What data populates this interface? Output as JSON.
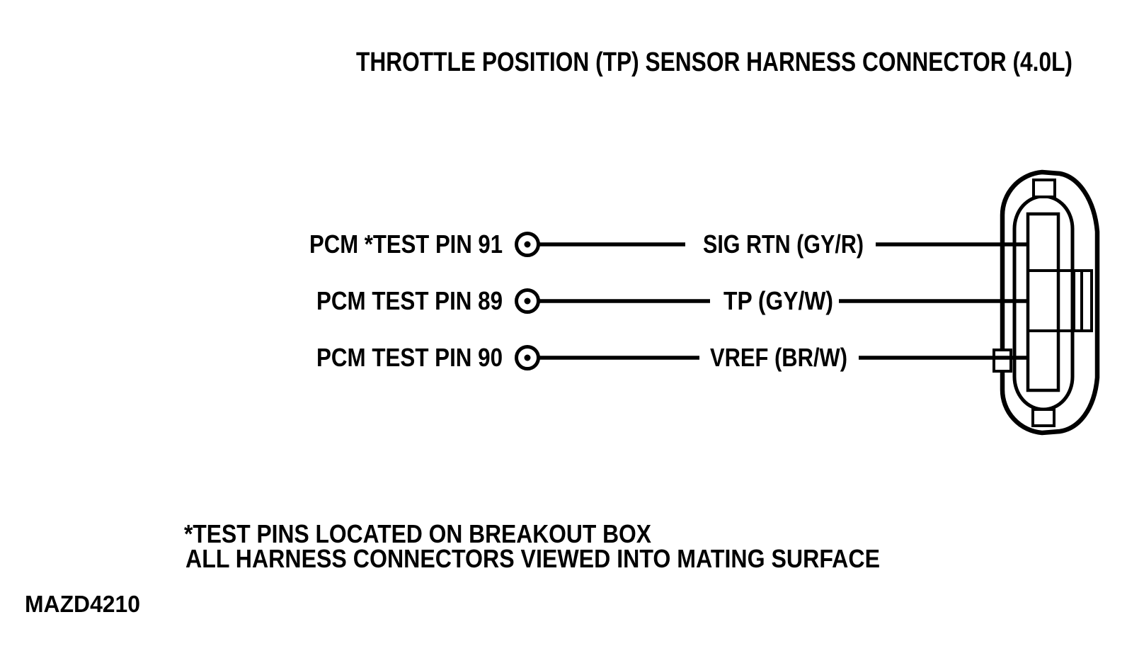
{
  "title": "THROTTLE POSITION (TP) SENSOR HARNESS CONNECTOR (4.0L)",
  "rows": [
    {
      "pcm_label": "PCM *TEST PIN 91",
      "wire_label": "SIG RTN (GY/R)"
    },
    {
      "pcm_label": "PCM TEST PIN 89",
      "wire_label": "TP (GY/W)"
    },
    {
      "pcm_label": "PCM TEST PIN 90",
      "wire_label": "VREF (BR/W)"
    }
  ],
  "notes": {
    "line1": "*TEST PINS LOCATED ON BREAKOUT BOX",
    "line2": "ALL HARNESS CONNECTORS VIEWED INTO MATING SURFACE"
  },
  "figure_id": "MAZD4210",
  "colors": {
    "ink": "#000000",
    "background": "#ffffff"
  }
}
